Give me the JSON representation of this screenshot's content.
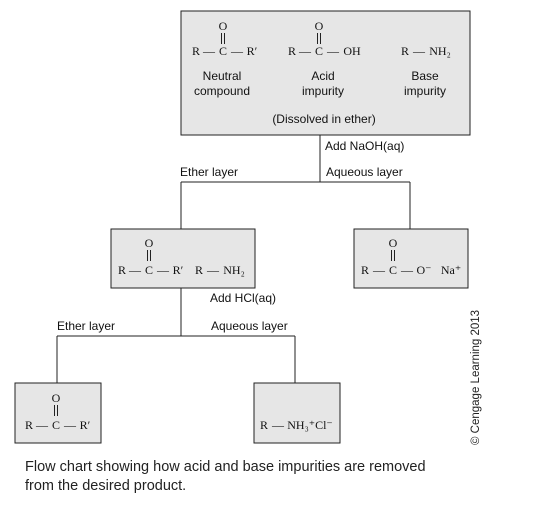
{
  "start": {
    "ketone": {
      "o": "O",
      "r1": "R",
      "bond1": "—",
      "c": "C",
      "bond2": "—",
      "r2": "R′"
    },
    "acid": {
      "o": "O",
      "r1": "R",
      "bond1": "—",
      "c": "C",
      "bond2": "—",
      "oh": "OH"
    },
    "amine": {
      "r": "R",
      "bond": "—",
      "nh2": "NH₂"
    },
    "neutral_label": [
      "Neutral",
      "compound"
    ],
    "acid_label": [
      "Acid",
      "impurity"
    ],
    "base_label": [
      "Base",
      "impurity"
    ],
    "solvent_note": "(Dissolved in ether)"
  },
  "step1": {
    "reagent": "Add NaOH(aq)",
    "ether_layer": "Ether layer",
    "aqueous_layer": "Aqueous layer"
  },
  "ether1": {
    "ketone": {
      "o": "O",
      "r1": "R",
      "bond1": "—",
      "c": "C",
      "bond2": "—",
      "r2": "R′"
    },
    "amine": {
      "r": "R",
      "bond": "—",
      "nh2": "NH₂"
    }
  },
  "aqueous1": {
    "o": "O",
    "r1": "R",
    "bond1": "—",
    "c": "C",
    "bond2": "—",
    "o2": "O⁻",
    "na": "Na⁺"
  },
  "step2": {
    "reagent": "Add HCl(aq)",
    "ether_layer": "Ether layer",
    "aqueous_layer": "Aqueous layer"
  },
  "ether2": {
    "o": "O",
    "r1": "R",
    "bond1": "—",
    "c": "C",
    "bond2": "—",
    "r2": "R′"
  },
  "aqueous2": {
    "r": "R",
    "bond": "—",
    "salt": "NH₃⁺Cl⁻"
  },
  "credit": "© Cengage Learning 2013",
  "caption": "Flow chart showing how acid and base impurities are removed from the desired product."
}
